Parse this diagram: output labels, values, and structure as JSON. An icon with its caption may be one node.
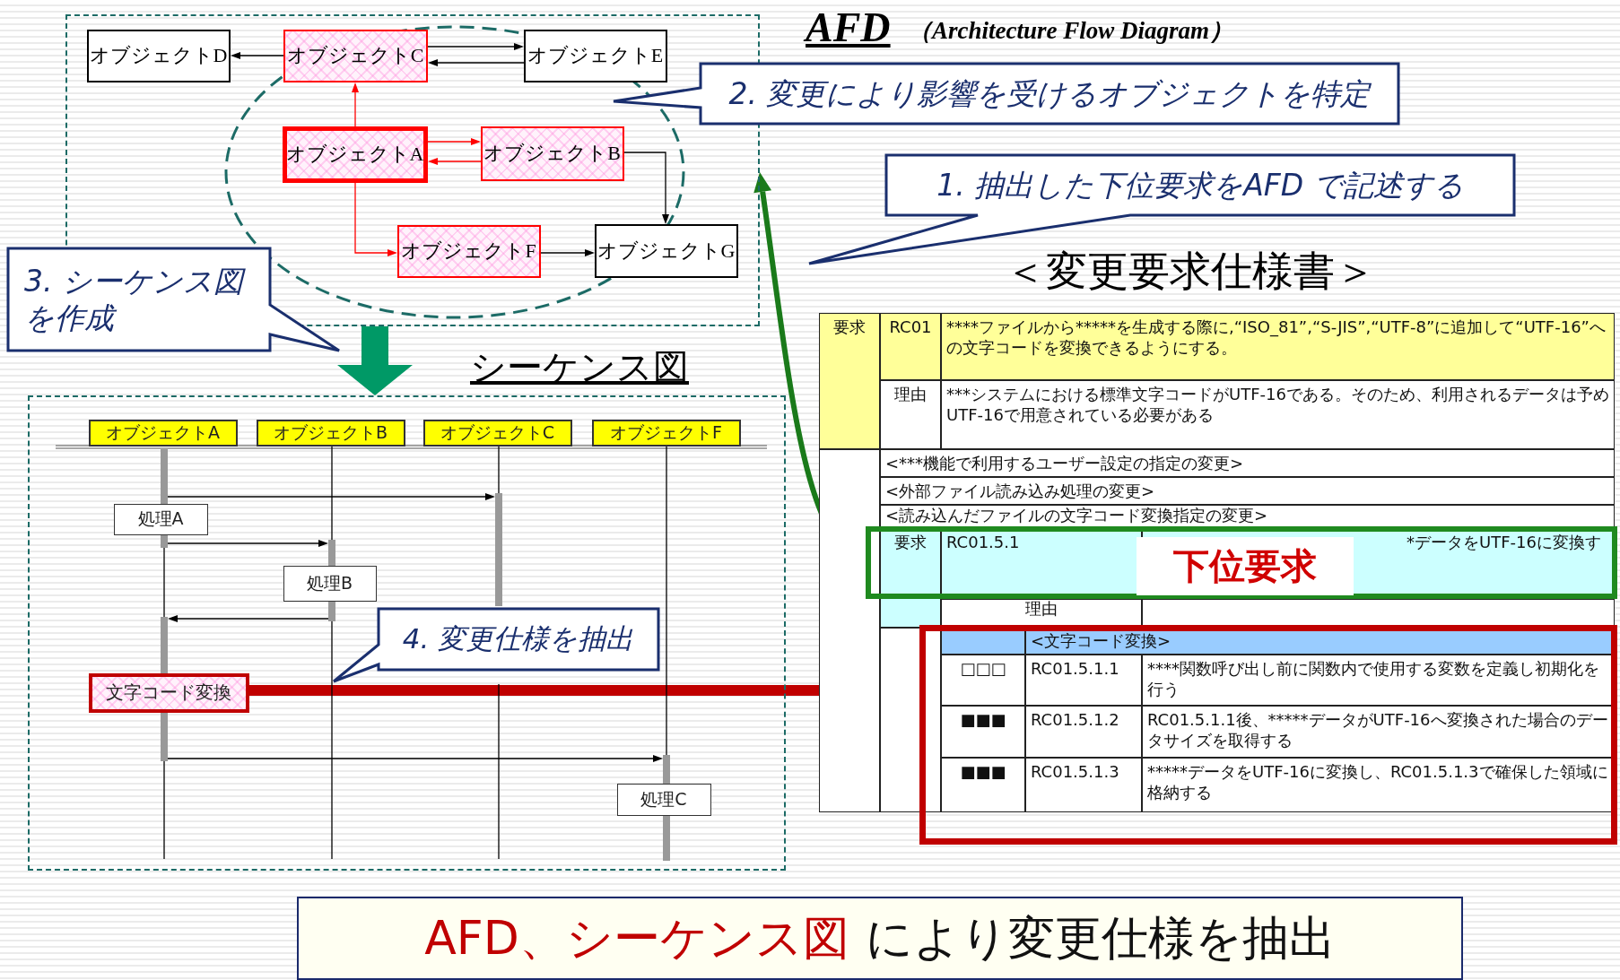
{
  "diagram": {
    "nodes": [
      {
        "text": [],
        "shape": "box"
      },
      {
        "text": [
          "オブジェクトD"
        ],
        "in": 0
      },
      {
        "text": [
          "オブジェクトC"
        ],
        "in": 0
      },
      {
        "text": [
          "オブジェクトE"
        ],
        "in": 0
      },
      {
        "text": [
          "オブジェクトA"
        ],
        "in": 0
      },
      {
        "text": [
          "オブジェクトB"
        ],
        "in": 0
      },
      {
        "text": [
          "オブジェクトF"
        ],
        "in": 0
      },
      {
        "text": [
          "オブジェクトG"
        ],
        "in": 0
      },
      {
        "text": [
          "2. 変更により影響を受けるオブジェクトを特定"
        ]
      },
      {
        "text": [
          "1. 抽出した下位要求をAFD で記述する"
        ]
      },
      {
        "text": [
          "3. シーケンス図を作成"
        ]
      },
      {
        "text": [],
        "shape": "box"
      },
      {
        "text": [
          "オブジェクトA"
        ],
        "in": 11
      },
      {
        "text": [
          "オブジェクトB"
        ],
        "in": 11
      },
      {
        "text": [
          "オブジェクトC"
        ],
        "in": 11
      },
      {
        "text": [
          "オブジェクトF"
        ],
        "in": 11
      },
      {
        "text": [],
        "shape": "bar",
        "in": 11
      },
      {
        "text": [],
        "shape": "bar",
        "in": 11
      },
      {
        "text": [],
        "shape": "bar",
        "in": 11
      },
      {
        "text": [],
        "shape": "bar",
        "in": 11
      },
      {
        "text": [],
        "shape": "bar",
        "in": 11
      },
      {
        "text": [],
        "shape": "bar",
        "in": 11
      },
      {
        "text": [],
        "shape": "bar",
        "in": 11
      },
      {
        "text": [],
        "shape": "bar",
        "in": 11
      },
      {
        "text": [],
        "shape": "bar",
        "in": 11
      },
      {
        "text": [
          "処理A"
        ],
        "in": 11
      },
      {
        "text": [
          "処理B"
        ],
        "in": 11
      },
      {
        "text": [
          "文字コード変換"
        ],
        "in": 11
      },
      {
        "text": [
          "処理C"
        ],
        "in": 11
      },
      {
        "text": [
          "4. 変更仕様を抽出"
        ],
        "in": 11
      },
      {
        "text": [
          "下位要求"
        ]
      },
      {
        "text": [],
        "shape": "box"
      },
      {
        "text": [
          "AFD、シーケンス図",
          "により変更仕様を抽出"
        ]
      }
    ],
    "edges": [
      {
        "from": 2,
        "to": 1,
        "arrow": "to"
      },
      {
        "from": 2,
        "to": 3,
        "arrow": "to"
      },
      {
        "from": 3,
        "to": 2,
        "arrow": "to"
      },
      {
        "from": 4,
        "to": 2,
        "arrow": "to",
        "color": "#ff0000"
      },
      {
        "from": 4,
        "to": 5,
        "arrow": "to",
        "color": "#ff0000"
      },
      {
        "from": 5,
        "to": 4,
        "arrow": "to",
        "color": "#ff0000"
      },
      {
        "from": 4,
        "to": 6,
        "arrow": "to",
        "color": "#ff0000"
      },
      {
        "from": 5,
        "to": 7,
        "arrow": "to"
      },
      {
        "from": 6,
        "to": 7,
        "arrow": "to"
      },
      {
        "from": 0,
        "to": 11,
        "arrow": "to",
        "style": "thick",
        "color": "#009966"
      },
      {
        "from": 16,
        "to": 22,
        "arrow": "to"
      },
      {
        "from": 17,
        "to": 20,
        "arrow": "to"
      },
      {
        "from": 21,
        "to": 18,
        "arrow": "to"
      },
      {
        "from": 19,
        "to": 23,
        "arrow": "to"
      },
      {
        "from": 27,
        "to": 31,
        "arrow": "to",
        "style": "thick",
        "color": "#c00000"
      },
      {
        "from": 30,
        "to": 0,
        "arrow": "to",
        "style": "thick",
        "color": "#1a7a1a"
      },
      {
        "from": 13,
        "to": 20,
        "arrow": "none"
      },
      {
        "from": 14,
        "to": 22,
        "arrow": "none"
      },
      {
        "from": 15,
        "to": 23,
        "arrow": "none"
      },
      {
        "from": 17,
        "to": 18,
        "arrow": "none"
      },
      {
        "from": 19,
        "to": null,
        "arrow": "none"
      },
      {
        "from": 21,
        "to": null,
        "arrow": "none"
      },
      {
        "from": 22,
        "to": null,
        "arrow": "none"
      }
    ],
    "labels": [
      "AFD",
      "（Architecture Flow Diagram）",
      "シーケンス図",
      "＜変更要求仕様書＞",
      "要求",
      "RC01",
      "****ファイルから*****を生成する際に,“ISO_81”,“S-JIS”,“UTF-8”に追加して“UTF-16”への文字コードを変換できるようにする。",
      "理由",
      "***システムにおける標準文字コードがUTF-16である。そのため、利用されるデータは予めUTF-16で用意されている必要がある",
      "<***機能で利用するユーザー設定の指定の変更>",
      "<外部ファイル読み込み処理の変更>",
      "<読み込んだファイルの文字コード変換指定の変更>",
      "要求",
      "RC01.5.1",
      "*データをUTF-16に変換す",
      "理由",
      "<文字コード変換>",
      "□□□",
      "RC01.5.1.1",
      "****関数呼び出し前に関数内で使用する変数を定義し初期化を行う",
      "■■■",
      "RC01.5.1.2",
      "RC01.5.1.1後、*****データがUTF-16へ変換された場合のデータサイズを取得する",
      "■■■",
      "RC01.5.1.3",
      "*****データをUTF-16に変換し、RC01.5.1.3で確保した領域に格納する"
    ]
  }
}
